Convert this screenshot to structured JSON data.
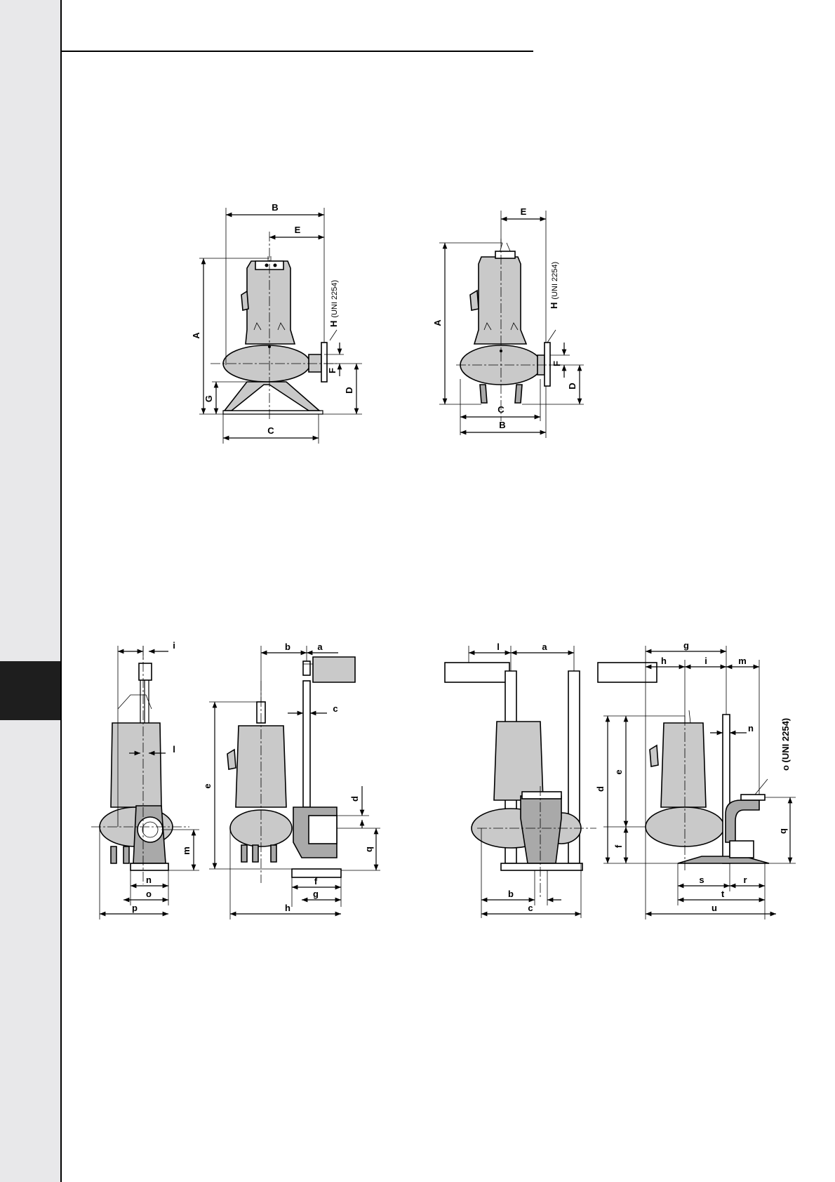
{
  "page": {
    "accent_color": "#1e1e1e",
    "sidebar_color": "#e8e8ea"
  },
  "figure_1": {
    "dims": {
      "A": "A",
      "B": "B",
      "C": "C",
      "D": "D",
      "E": "E",
      "F": "F",
      "G": "G"
    },
    "flange": "H",
    "flange_std": "(UNI 2254)"
  },
  "figure_2": {
    "dims": {
      "A": "A",
      "B": "B",
      "C": "C",
      "D": "D",
      "E": "E",
      "F": "F"
    },
    "flange": "H",
    "flange_std": "(UNI 2254)"
  },
  "figure_3": {
    "dims": {
      "a": "a",
      "b": "b",
      "c": "c",
      "d": "d",
      "e": "e",
      "f": "f",
      "g": "g",
      "h": "h",
      "i": "i",
      "l": "l",
      "m": "m",
      "n": "n",
      "o": "o",
      "p": "p",
      "q": "q"
    }
  },
  "figure_4": {
    "dims": {
      "a": "a",
      "b": "b",
      "c": "c",
      "d": "d",
      "e": "e",
      "f": "f",
      "g": "g",
      "h": "h",
      "i": "i",
      "l": "l",
      "m": "m",
      "n": "n",
      "q": "q",
      "r": "r",
      "s": "s",
      "t": "t",
      "u": "u"
    },
    "flange": "o (UNI 2254)"
  }
}
